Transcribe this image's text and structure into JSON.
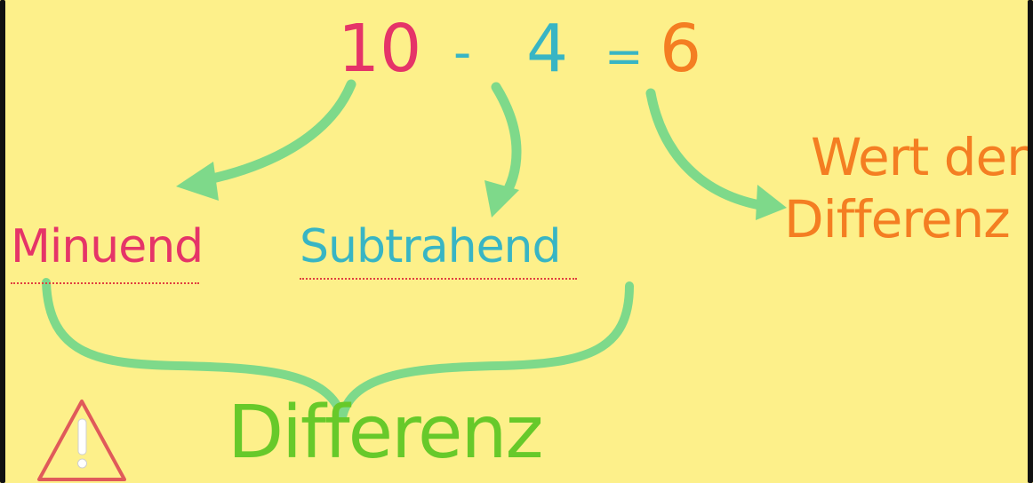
{
  "equation": {
    "minuend_value": "10",
    "minus": "-",
    "subtrahend_value": "4",
    "equals": "=",
    "result_value": "6"
  },
  "labels": {
    "minuend": "Minuend",
    "subtrahend": "Subtrahend",
    "result_line1": "Wert der",
    "result_line2": "Differenz",
    "difference": "Differenz"
  },
  "colors": {
    "background": "#fdf08a",
    "minuend": "#e53468",
    "subtrahend": "#38b5c4",
    "result": "#f47e22",
    "difference": "#67c92a",
    "arrows": "#7ed98a",
    "warning": "#e05a5a"
  },
  "icons": [
    "warning-triangle-icon"
  ]
}
